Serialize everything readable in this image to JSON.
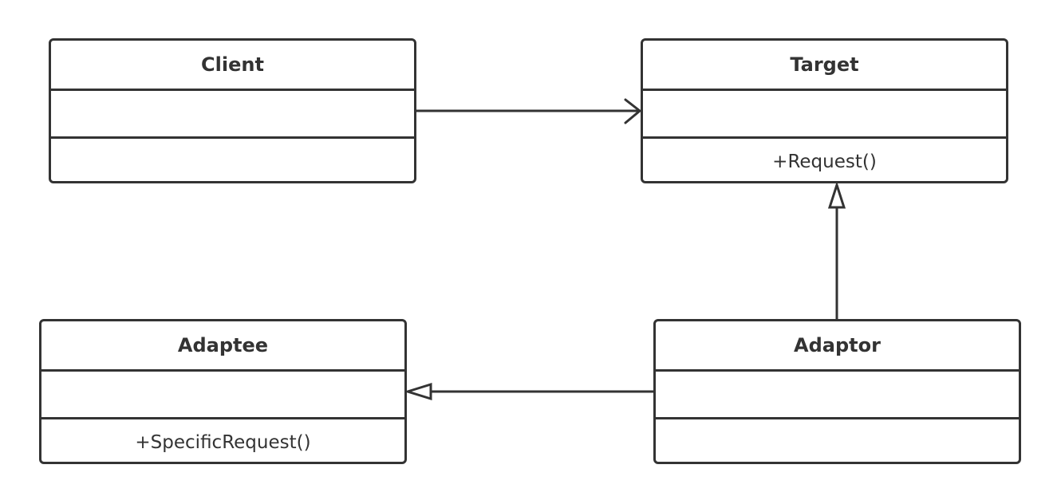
{
  "diagram": {
    "classes": {
      "client": {
        "name": "Client",
        "attributes": "",
        "methods": ""
      },
      "target": {
        "name": "Target",
        "attributes": "",
        "methods": "+Request()"
      },
      "adaptee": {
        "name": "Adaptee",
        "attributes": "",
        "methods": "+SpecificRequest()"
      },
      "adaptor": {
        "name": "Adaptor",
        "attributes": "",
        "methods": ""
      }
    },
    "relations": [
      {
        "from": "Client",
        "to": "Target",
        "type": "association"
      },
      {
        "from": "Adaptor",
        "to": "Target",
        "type": "generalization"
      },
      {
        "from": "Adaptor",
        "to": "Adaptee",
        "type": "generalization"
      }
    ],
    "colors": {
      "stroke": "#333333",
      "background": "#ffffff"
    }
  }
}
